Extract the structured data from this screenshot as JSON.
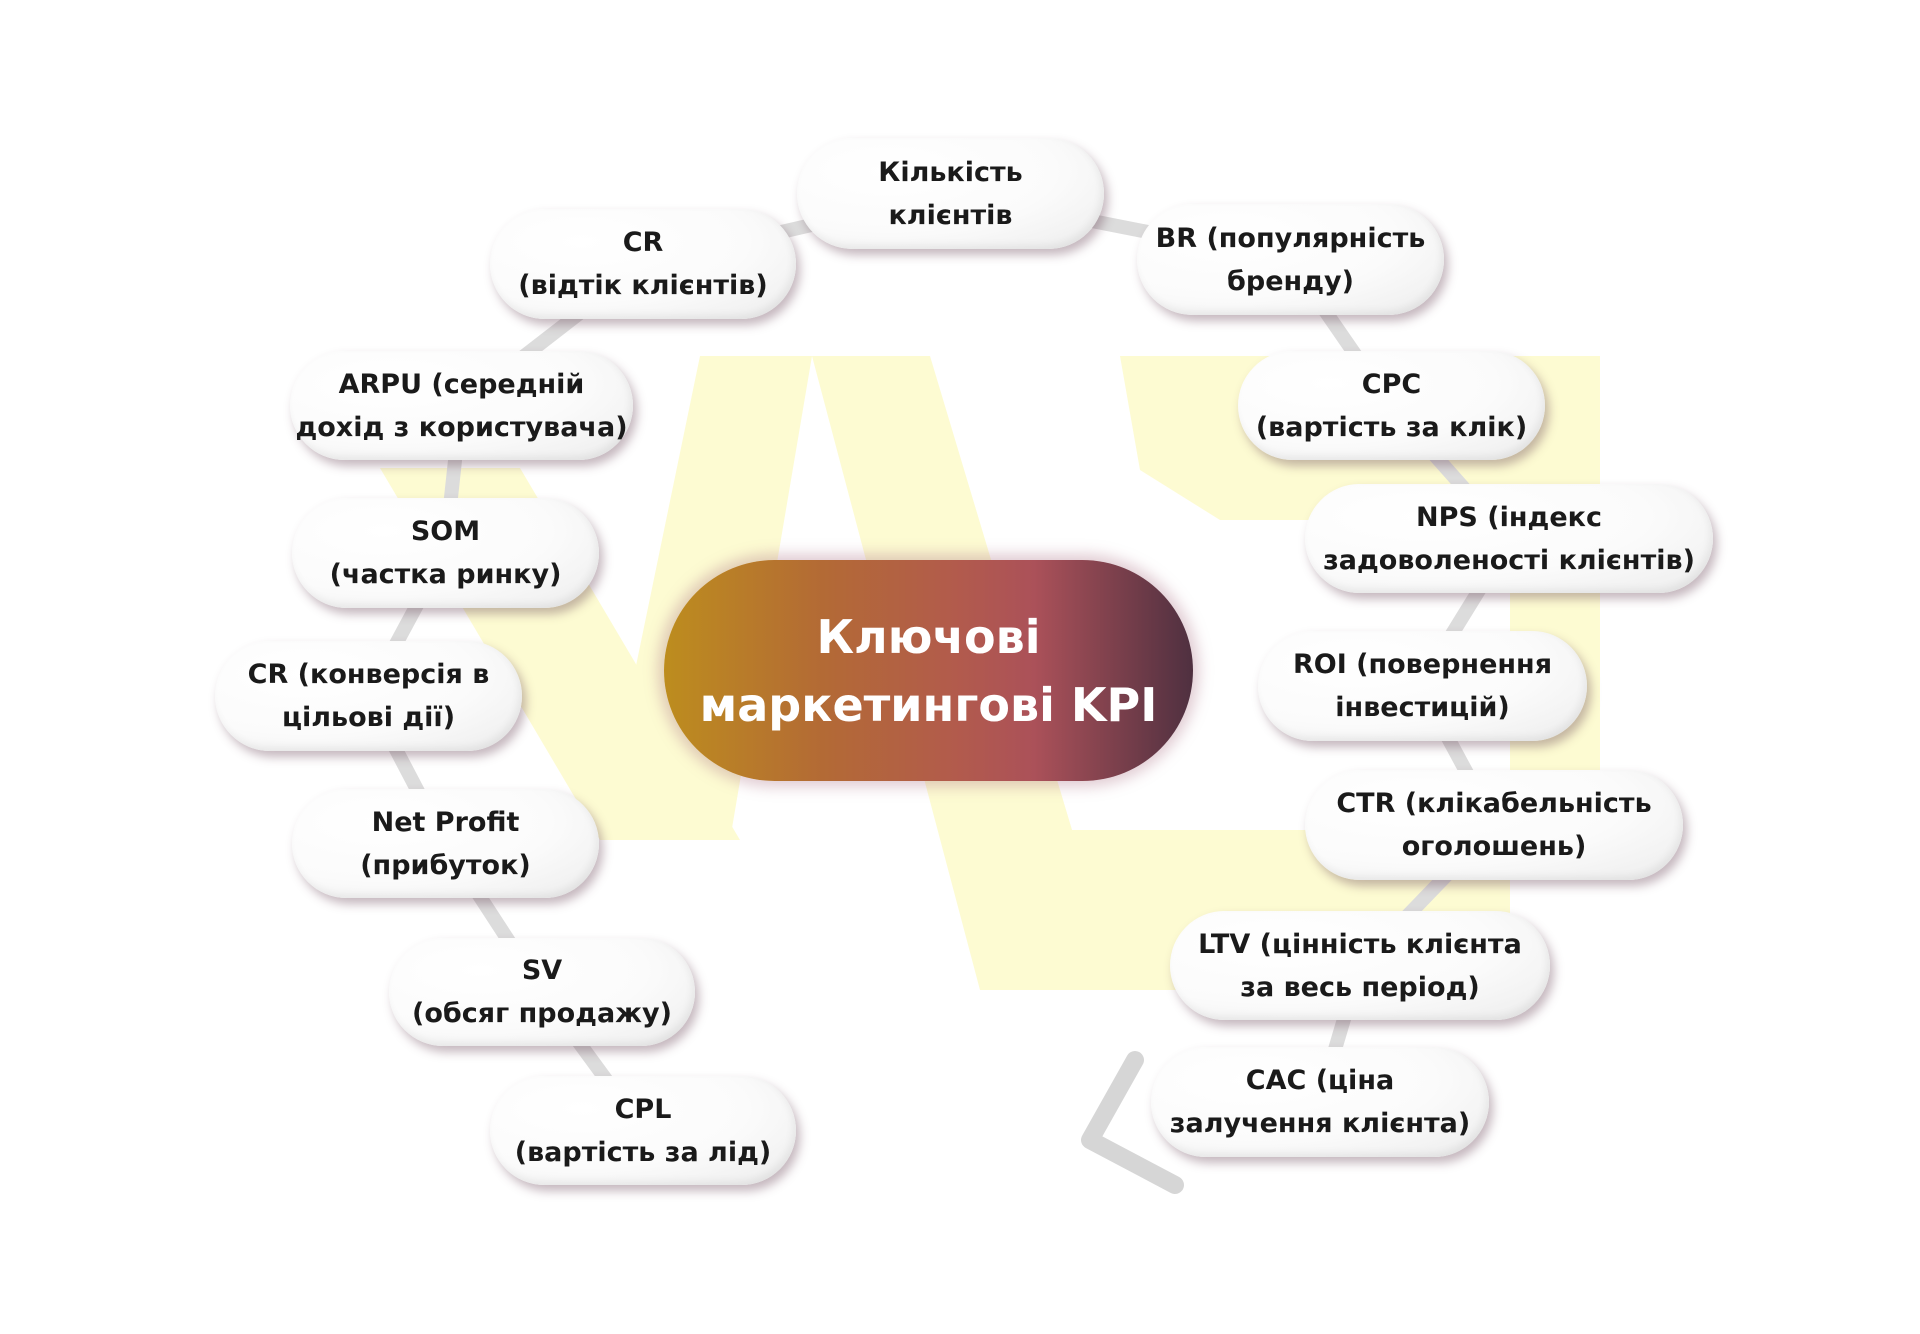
{
  "title": {
    "line1": "Ключові",
    "line2": "маркетингові KPI"
  },
  "colors": {
    "center_start": "#bd8d1e",
    "center_mid": "#b25b4c",
    "center_end": "#4f3040",
    "ring": "#dcdcdc",
    "watermark": "#fdfbd2"
  },
  "nodes": [
    {
      "line1": "Кількість",
      "line2": "клієнтів"
    },
    {
      "line1": "BR (популярність",
      "line2": "бренду)"
    },
    {
      "line1": "CPC",
      "line2": "(вартість за клік)"
    },
    {
      "line1": "NPS (індекс",
      "line2": "задоволеності клієнтів)"
    },
    {
      "line1": "ROI (повернення",
      "line2": "інвестицій)"
    },
    {
      "line1": "CTR (клікабельність",
      "line2": "оголошень)"
    },
    {
      "line1": "LTV (цінність клієнта",
      "line2": "за весь період)"
    },
    {
      "line1": "CAC (ціна",
      "line2": "залучення клієнта)"
    },
    {
      "line1": "CPL",
      "line2": "(вартість за лід)"
    },
    {
      "line1": "SV",
      "line2": "(обсяг продажу)"
    },
    {
      "line1": "Net Profit",
      "line2": "(прибуток)"
    },
    {
      "line1": "CR (конверсія в",
      "line2": "цільові дії)"
    },
    {
      "line1": "SOM",
      "line2": "(частка ринку)"
    },
    {
      "line1": "ARPU (середній",
      "line2": "дохід з користувача)"
    },
    {
      "line1": "CR",
      "line2": "(відтік клієнтів)"
    }
  ],
  "icons": {
    "cycle_arrow": "chevron-left-arrow-icon"
  }
}
